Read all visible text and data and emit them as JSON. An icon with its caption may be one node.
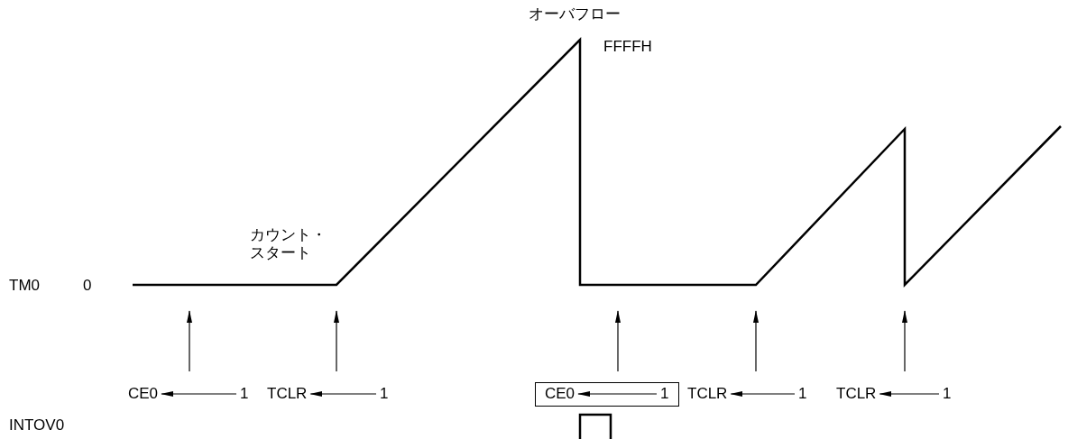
{
  "diagram": {
    "nodes": [
      {
        "text": [
          "CE0"
        ]
      },
      {
        "text": [
          "1"
        ]
      },
      {
        "text": [
          "TCLR"
        ]
      },
      {
        "text": [
          "1"
        ]
      },
      {
        "text": [],
        "shape": "box"
      },
      {
        "text": [
          "CE0"
        ],
        "in": 4
      },
      {
        "text": [
          "1"
        ],
        "in": 4
      },
      {
        "text": [
          "TCLR"
        ]
      },
      {
        "text": [
          "1"
        ]
      },
      {
        "text": [
          "TCLR"
        ]
      },
      {
        "text": [
          "1"
        ]
      }
    ],
    "edges": [
      {
        "from": 1,
        "to": 0,
        "arrow": "to"
      },
      {
        "from": 3,
        "to": 2,
        "arrow": "to"
      },
      {
        "from": 6,
        "to": 5,
        "arrow": "to"
      },
      {
        "from": 8,
        "to": 7,
        "arrow": "to"
      },
      {
        "from": 10,
        "to": 9,
        "arrow": "to"
      }
    ],
    "labels": [
      "オーバフロー",
      "FFFFH",
      "カウント・スタート",
      "TM0",
      "0",
      "INTOV0"
    ]
  }
}
